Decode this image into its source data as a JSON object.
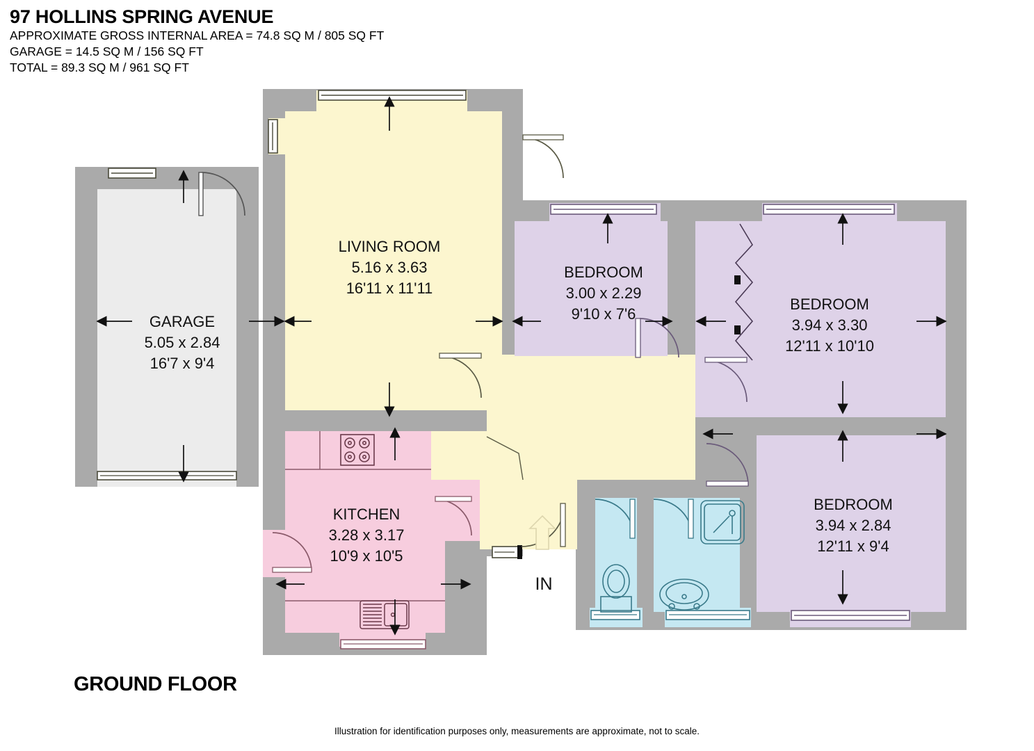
{
  "header": {
    "title": "97 HOLLINS SPRING AVENUE",
    "lines": [
      "APPROXIMATE GROSS INTERNAL AREA = 74.8 SQ M / 805 SQ FT",
      "GARAGE = 14.5 SQ M / 156 SQ FT",
      "TOTAL = 89.3 SQ M / 961 SQ FT"
    ],
    "area_sq_m": "74.8",
    "area_sq_ft": "805",
    "garage_sq_m": "14.5",
    "garage_sq_ft": "156",
    "total_sq_m": "89.3",
    "total_sq_ft": "961"
  },
  "floor_label": "GROUND FLOOR",
  "disclaimer": "Illustration for identification purposes only, measurements are approximate, not to scale.",
  "entrance": {
    "label": "IN"
  },
  "rooms": [
    {
      "key": "garage",
      "name": "GARAGE",
      "metric": "5.05 x 2.84",
      "imperial": "16'7 x 9'4",
      "fill": "#ECECEC"
    },
    {
      "key": "living_room",
      "name": "LIVING ROOM",
      "metric": "5.16 x 3.63",
      "imperial": "16'11 x 11'11",
      "fill": "#FCF6CF"
    },
    {
      "key": "bedroom_small",
      "name": "BEDROOM",
      "metric": "3.00 x 2.29",
      "imperial": "9'10 x 7'6",
      "fill": "#DED2E8"
    },
    {
      "key": "bedroom_main",
      "name": "BEDROOM",
      "metric": "3.94 x 3.30",
      "imperial": "12'11 x 10'10",
      "fill": "#DED2E8"
    },
    {
      "key": "bedroom_rear",
      "name": "BEDROOM",
      "metric": "3.94 x 2.84",
      "imperial": "12'11 x 9'4",
      "fill": "#DED2E8"
    },
    {
      "key": "kitchen",
      "name": "KITCHEN",
      "metric": "3.28 x 3.17",
      "imperial": "10'9 x 10'5",
      "fill": "#F7CDDE"
    }
  ],
  "colors": {
    "wall": "#AAAAAA",
    "living_fill": "#FCF6CF",
    "hall_fill": "#FCF6CF",
    "bedroom_fill": "#DED2E8",
    "kitchen_fill": "#F7CDDE",
    "bathroom_fill": "#C5E8F2",
    "garage_fill": "#ECECEC",
    "text": "#111111",
    "outline": "#5B5B4A",
    "background": "#FFFFFF"
  },
  "fixtures": [
    {
      "key": "hob",
      "name": "hob-icon",
      "room": "kitchen"
    },
    {
      "key": "sink",
      "name": "kitchen-sink-icon",
      "room": "kitchen"
    },
    {
      "key": "wc",
      "name": "toilet-icon",
      "room": "wc"
    },
    {
      "key": "basin",
      "name": "wash-basin-icon",
      "room": "bathroom"
    },
    {
      "key": "shower",
      "name": "shower-tray-icon",
      "room": "bathroom"
    },
    {
      "key": "wardrobe",
      "name": "built-in-wardrobe-icon",
      "room": "bedroom_main"
    }
  ]
}
